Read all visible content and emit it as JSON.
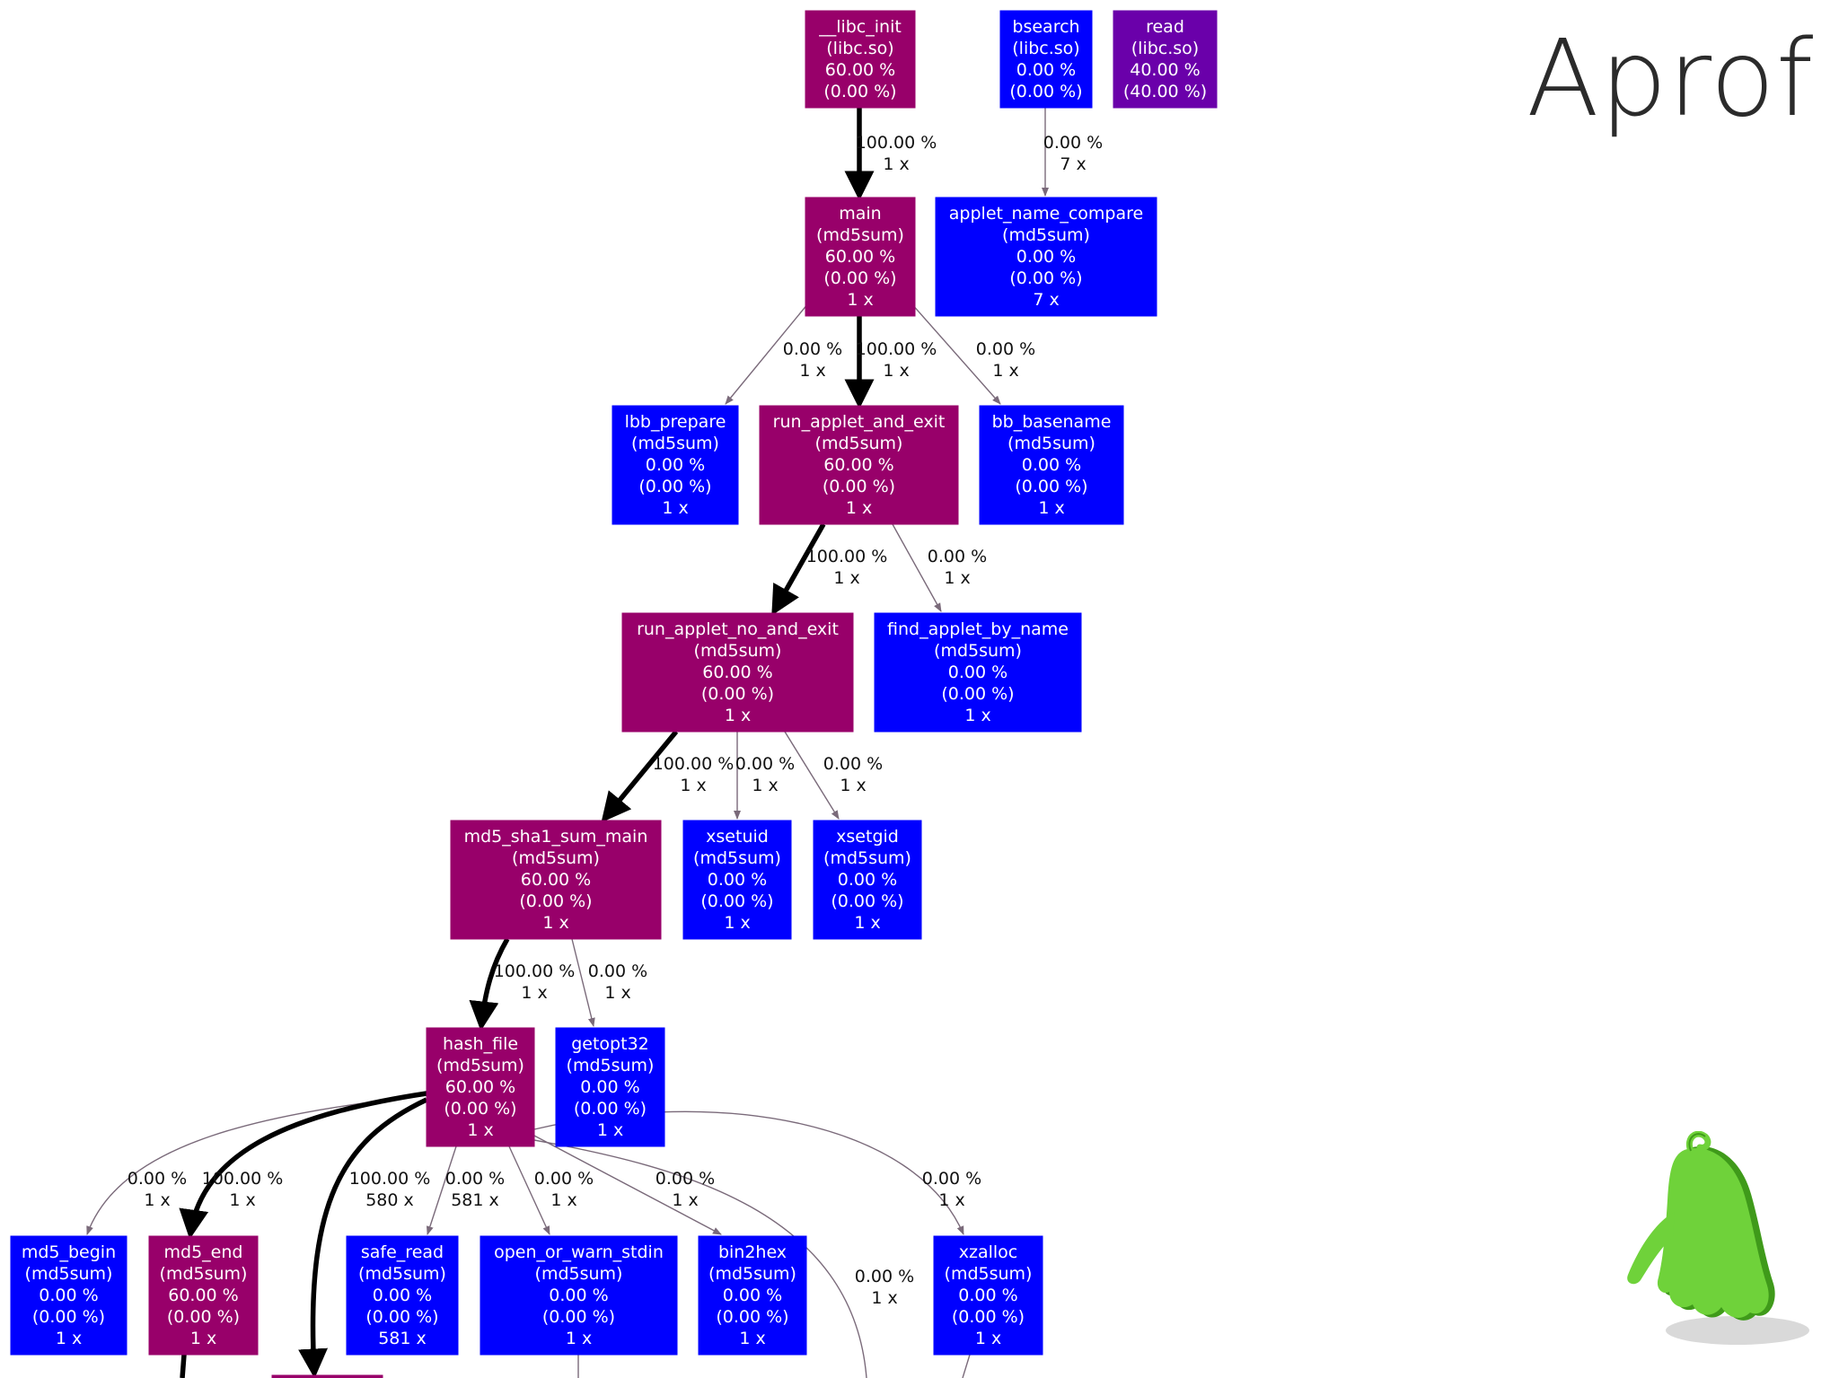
{
  "slide": {
    "title": "Aprof"
  },
  "colors": {
    "hot": "#98006a",
    "cold": "#0000ff",
    "read": "#6a00aa",
    "edge_hot": "#000000",
    "edge_cold": "#7a6a7a",
    "mascot_green": "#6fd23a",
    "mascot_dark": "#3f9a1a"
  },
  "icons": {
    "mascot": "green-ghost-mascot-icon"
  },
  "graph": {
    "nodes": [
      {
        "id": "libc_init",
        "lines": [
          "__libc_init",
          "(libc.so)",
          "60.00 %",
          "(0.00 %)"
        ],
        "color": "hot"
      },
      {
        "id": "bsearch",
        "lines": [
          "bsearch",
          "(libc.so)",
          "0.00 %",
          "(0.00 %)"
        ],
        "color": "cold"
      },
      {
        "id": "read",
        "lines": [
          "read",
          "(libc.so)",
          "40.00 %",
          "(40.00 %)"
        ],
        "color": "read"
      },
      {
        "id": "main",
        "lines": [
          "main",
          "(md5sum)",
          "60.00 %",
          "(0.00 %)",
          "1 x"
        ],
        "color": "hot"
      },
      {
        "id": "applet_name_compare",
        "lines": [
          "applet_name_compare",
          "(md5sum)",
          "0.00 %",
          "(0.00 %)",
          "7 x"
        ],
        "color": "cold"
      },
      {
        "id": "lbb_prepare",
        "lines": [
          "lbb_prepare",
          "(md5sum)",
          "0.00 %",
          "(0.00 %)",
          "1 x"
        ],
        "color": "cold"
      },
      {
        "id": "run_applet_and_exit",
        "lines": [
          "run_applet_and_exit",
          "(md5sum)",
          "60.00 %",
          "(0.00 %)",
          "1 x"
        ],
        "color": "hot"
      },
      {
        "id": "bb_basename",
        "lines": [
          "bb_basename",
          "(md5sum)",
          "0.00 %",
          "(0.00 %)",
          "1 x"
        ],
        "color": "cold"
      },
      {
        "id": "run_applet_no_and_exit",
        "lines": [
          "run_applet_no_and_exit",
          "(md5sum)",
          "60.00 %",
          "(0.00 %)",
          "1 x"
        ],
        "color": "hot"
      },
      {
        "id": "find_applet_by_name",
        "lines": [
          "find_applet_by_name",
          "(md5sum)",
          "0.00 %",
          "(0.00 %)",
          "1 x"
        ],
        "color": "cold"
      },
      {
        "id": "md5_sha1_sum_main",
        "lines": [
          "md5_sha1_sum_main",
          "(md5sum)",
          "60.00 %",
          "(0.00 %)",
          "1 x"
        ],
        "color": "hot"
      },
      {
        "id": "xsetuid",
        "lines": [
          "xsetuid",
          "(md5sum)",
          "0.00 %",
          "(0.00 %)",
          "1 x"
        ],
        "color": "cold"
      },
      {
        "id": "xsetgid",
        "lines": [
          "xsetgid",
          "(md5sum)",
          "0.00 %",
          "(0.00 %)",
          "1 x"
        ],
        "color": "cold"
      },
      {
        "id": "hash_file",
        "lines": [
          "hash_file",
          "(md5sum)",
          "60.00 %",
          "(0.00 %)",
          "1 x"
        ],
        "color": "hot"
      },
      {
        "id": "getopt32",
        "lines": [
          "getopt32",
          "(md5sum)",
          "0.00 %",
          "(0.00 %)",
          "1 x"
        ],
        "color": "cold"
      },
      {
        "id": "md5_begin",
        "lines": [
          "md5_begin",
          "(md5sum)",
          "0.00 %",
          "(0.00 %)",
          "1 x"
        ],
        "color": "cold"
      },
      {
        "id": "md5_end",
        "lines": [
          "md5_end",
          "(md5sum)",
          "60.00 %",
          "(0.00 %)",
          "1 x"
        ],
        "color": "hot"
      },
      {
        "id": "safe_read",
        "lines": [
          "safe_read",
          "(md5sum)",
          "0.00 %",
          "(0.00 %)",
          "581 x"
        ],
        "color": "cold"
      },
      {
        "id": "open_or_warn_stdin",
        "lines": [
          "open_or_warn_stdin",
          "(md5sum)",
          "0.00 %",
          "(0.00 %)",
          "1 x"
        ],
        "color": "cold"
      },
      {
        "id": "bin2hex",
        "lines": [
          "bin2hex",
          "(md5sum)",
          "0.00 %",
          "(0.00 %)",
          "1 x"
        ],
        "color": "cold"
      },
      {
        "id": "xzalloc",
        "lines": [
          "xzalloc",
          "(md5sum)",
          "0.00 %",
          "(0.00 %)",
          "1 x"
        ],
        "color": "cold"
      },
      {
        "id": "md5_hash",
        "lines": [],
        "color": "hot"
      }
    ],
    "edges": [
      {
        "id": "libc_init-main",
        "from": "libc_init",
        "to": "main",
        "label": [
          "100.00 %",
          "1 x"
        ],
        "hot": true
      },
      {
        "id": "bsearch-applet_name_compare",
        "from": "bsearch",
        "to": "applet_name_compare",
        "label": [
          "0.00 %",
          "7 x"
        ],
        "hot": false
      },
      {
        "id": "main-lbb_prepare",
        "from": "main",
        "to": "lbb_prepare",
        "label": [
          "0.00 %",
          "1 x"
        ],
        "hot": false
      },
      {
        "id": "main-run_applet_and_exit",
        "from": "main",
        "to": "run_applet_and_exit",
        "label": [
          "100.00 %",
          "1 x"
        ],
        "hot": true
      },
      {
        "id": "main-bb_basename",
        "from": "main",
        "to": "bb_basename",
        "label": [
          "0.00 %",
          "1 x"
        ],
        "hot": false
      },
      {
        "id": "run_applet_and_exit-run_applet_no_and_exit",
        "from": "run_applet_and_exit",
        "to": "run_applet_no_and_exit",
        "label": [
          "100.00 %",
          "1 x"
        ],
        "hot": true
      },
      {
        "id": "run_applet_and_exit-find_applet_by_name",
        "from": "run_applet_and_exit",
        "to": "find_applet_by_name",
        "label": [
          "0.00 %",
          "1 x"
        ],
        "hot": false
      },
      {
        "id": "run_applet_no_and_exit-md5_sha1_sum_main",
        "from": "run_applet_no_and_exit",
        "to": "md5_sha1_sum_main",
        "label": [
          "100.00 %",
          "1 x"
        ],
        "hot": true
      },
      {
        "id": "run_applet_no_and_exit-xsetuid",
        "from": "run_applet_no_and_exit",
        "to": "xsetuid",
        "label": [
          "0.00 %",
          "1 x"
        ],
        "hot": false
      },
      {
        "id": "run_applet_no_and_exit-xsetgid",
        "from": "run_applet_no_and_exit",
        "to": "xsetgid",
        "label": [
          "0.00 %",
          "1 x"
        ],
        "hot": false
      },
      {
        "id": "md5_sha1_sum_main-hash_file",
        "from": "md5_sha1_sum_main",
        "to": "hash_file",
        "label": [
          "100.00 %",
          "1 x"
        ],
        "hot": true
      },
      {
        "id": "md5_sha1_sum_main-getopt32",
        "from": "md5_sha1_sum_main",
        "to": "getopt32",
        "label": [
          "0.00 %",
          "1 x"
        ],
        "hot": false
      },
      {
        "id": "hash_file-md5_begin",
        "from": "hash_file",
        "to": "md5_begin",
        "label": [
          "0.00 %",
          "1 x"
        ],
        "hot": false
      },
      {
        "id": "hash_file-md5_end",
        "from": "hash_file",
        "to": "md5_end",
        "label": [
          "100.00 %",
          "1 x"
        ],
        "hot": true
      },
      {
        "id": "hash_file-md5_hash",
        "from": "hash_file",
        "to": "md5_hash",
        "label": [
          "100.00 %",
          "580 x"
        ],
        "hot": true
      },
      {
        "id": "hash_file-safe_read",
        "from": "hash_file",
        "to": "safe_read",
        "label": [
          "0.00 %",
          "581 x"
        ],
        "hot": false
      },
      {
        "id": "hash_file-open_or_warn_stdin",
        "from": "hash_file",
        "to": "open_or_warn_stdin",
        "label": [
          "0.00 %",
          "1 x"
        ],
        "hot": false
      },
      {
        "id": "hash_file-bin2hex",
        "from": "hash_file",
        "to": "bin2hex",
        "label": [
          "0.00 %",
          "1 x"
        ],
        "hot": false
      },
      {
        "id": "hash_file-offscreen",
        "from": "hash_file",
        "to": "offscreen",
        "label": [
          "0.00 %",
          "1 x"
        ],
        "hot": false
      },
      {
        "id": "hash_file-xzalloc",
        "from": "hash_file",
        "to": "xzalloc",
        "label": [
          "0.00 %",
          "1 x"
        ],
        "hot": false
      },
      {
        "id": "md5_end-offscreen",
        "from": "md5_end",
        "to": "offscreen",
        "label": [],
        "hot": true
      },
      {
        "id": "open_or_warn_stdin-offscreen",
        "from": "open_or_warn_stdin",
        "to": "offscreen",
        "label": [],
        "hot": false
      },
      {
        "id": "xzalloc-offscreen",
        "from": "xzalloc",
        "to": "offscreen",
        "label": [],
        "hot": false
      }
    ]
  }
}
